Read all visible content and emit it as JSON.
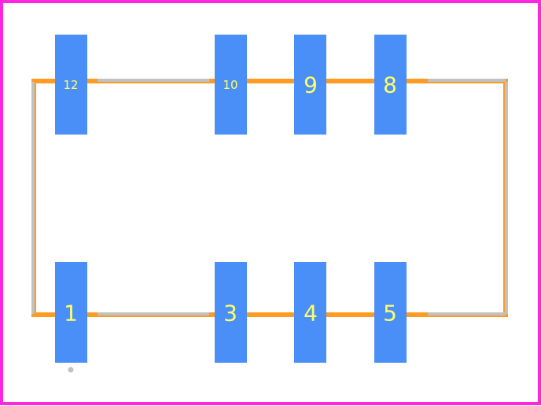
{
  "colors": {
    "board_outline": "#ff26e2",
    "courtyard": "#ff9a22",
    "silkscreen": "#c1c1c1",
    "pad": "#4a8ff8",
    "pad_label": "#ffff66",
    "background": "#ffffff"
  },
  "pads": {
    "top_row": [
      {
        "id": "pad-12",
        "number": "12"
      },
      {
        "id": "pad-10",
        "number": "10"
      },
      {
        "id": "pad-9",
        "number": "9"
      },
      {
        "id": "pad-8",
        "number": "8"
      }
    ],
    "bottom_row": [
      {
        "id": "pad-1",
        "number": "1"
      },
      {
        "id": "pad-3",
        "number": "3"
      },
      {
        "id": "pad-4",
        "number": "4"
      },
      {
        "id": "pad-5",
        "number": "5"
      }
    ]
  },
  "pin1_marker": "dot"
}
